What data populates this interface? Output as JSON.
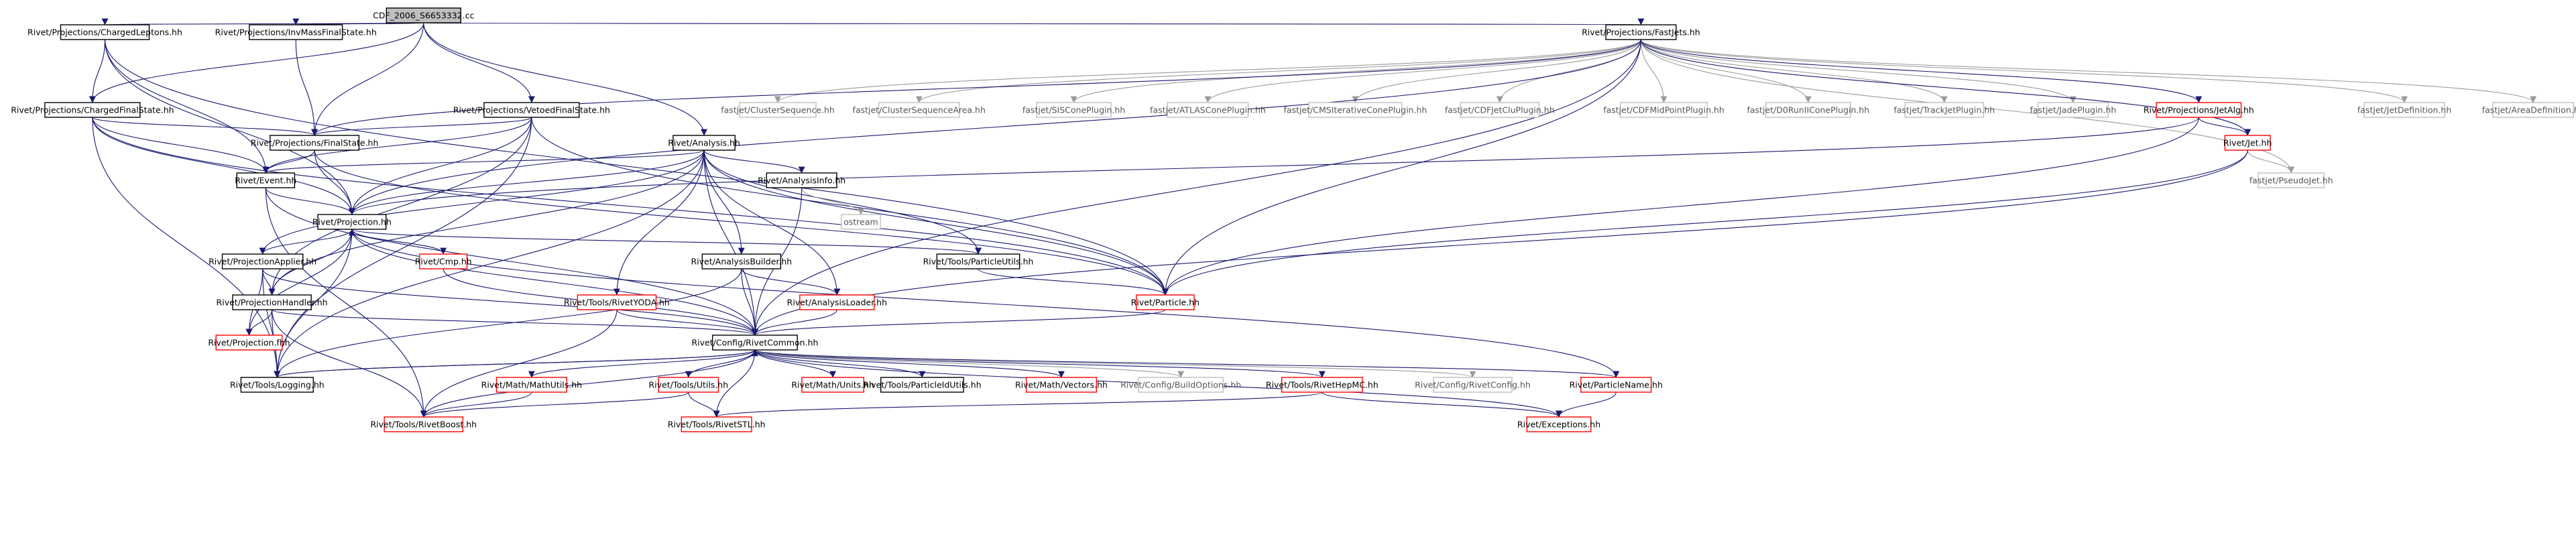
{
  "graph": {
    "nodes": [
      {
        "id": "root",
        "label": "CDF_2006_S6653332.cc",
        "style": "root"
      },
      {
        "id": "charged_leptons",
        "label": "Rivet/Projections/ChargedLeptons.hh",
        "style": "black"
      },
      {
        "id": "inv_mass",
        "label": "Rivet/Projections/InvMassFinalState.hh",
        "style": "black"
      },
      {
        "id": "fastjets",
        "label": "Rivet/Projections/FastJets.hh",
        "style": "black"
      },
      {
        "id": "charged_fs",
        "label": "Rivet/Projections/ChargedFinalState.hh",
        "style": "black"
      },
      {
        "id": "vetoed_fs",
        "label": "Rivet/Projections/VetoedFinalState.hh",
        "style": "black"
      },
      {
        "id": "cluster_seq",
        "label": "fastjet/ClusterSequence.hh",
        "style": "grey"
      },
      {
        "id": "cluster_seq_area",
        "label": "fastjet/ClusterSequenceArea.hh",
        "style": "grey"
      },
      {
        "id": "siscone",
        "label": "fastjet/SISConePlugin.hh",
        "style": "grey"
      },
      {
        "id": "atlascone",
        "label": "fastjet/ATLASConePlugin.hh",
        "style": "grey"
      },
      {
        "id": "cmsitcone",
        "label": "fastjet/CMSIterativeConePlugin.hh",
        "style": "grey"
      },
      {
        "id": "cdfjetclu",
        "label": "fastjet/CDFJetCluPlugin.hh",
        "style": "grey"
      },
      {
        "id": "cdfmidpoint",
        "label": "fastjet/CDFMidPointPlugin.hh",
        "style": "grey"
      },
      {
        "id": "d0runii",
        "label": "fastjet/D0RunIIConePlugin.hh",
        "style": "grey"
      },
      {
        "id": "trackjet",
        "label": "fastjet/TrackJetPlugin.hh",
        "style": "grey"
      },
      {
        "id": "jadeplugin",
        "label": "fastjet/JadePlugin.hh",
        "style": "grey"
      },
      {
        "id": "jetalg",
        "label": "Rivet/Projections/JetAlg.hh",
        "style": "red"
      },
      {
        "id": "jetdef",
        "label": "fastjet/JetDefinition.hh",
        "style": "grey"
      },
      {
        "id": "areadef",
        "label": "fastjet/AreaDefinition.hh",
        "style": "grey"
      },
      {
        "id": "finalstate",
        "label": "Rivet/Projections/FinalState.hh",
        "style": "black"
      },
      {
        "id": "analysis",
        "label": "Rivet/Analysis.hh",
        "style": "black"
      },
      {
        "id": "jet",
        "label": "Rivet/Jet.hh",
        "style": "red"
      },
      {
        "id": "event",
        "label": "Rivet/Event.hh",
        "style": "black"
      },
      {
        "id": "analysisinfo",
        "label": "Rivet/AnalysisInfo.hh",
        "style": "black"
      },
      {
        "id": "pseudojet",
        "label": "fastjet/PseudoJet.hh",
        "style": "grey"
      },
      {
        "id": "ostream",
        "label": "ostream",
        "style": "grey"
      },
      {
        "id": "projection",
        "label": "Rivet/Projection.hh",
        "style": "black"
      },
      {
        "id": "projapplier",
        "label": "Rivet/ProjectionApplier.hh",
        "style": "black"
      },
      {
        "id": "cmp",
        "label": "Rivet/Cmp.hh",
        "style": "red"
      },
      {
        "id": "particleutils",
        "label": "Rivet/Tools/ParticleUtils.hh",
        "style": "black"
      },
      {
        "id": "analysisbuilder",
        "label": "Rivet/AnalysisBuilder.hh",
        "style": "black"
      },
      {
        "id": "projhandler",
        "label": "Rivet/ProjectionHandler.hh",
        "style": "black"
      },
      {
        "id": "rivetyoda",
        "label": "Rivet/Tools/RivetYODA.hh",
        "style": "red"
      },
      {
        "id": "analysisloader",
        "label": "Rivet/AnalysisLoader.hh",
        "style": "red"
      },
      {
        "id": "particle",
        "label": "Rivet/Particle.hh",
        "style": "red"
      },
      {
        "id": "projectionfhh",
        "label": "Rivet/Projection.fhh",
        "style": "red"
      },
      {
        "id": "rivetcommon",
        "label": "Rivet/Config/RivetCommon.hh",
        "style": "black"
      },
      {
        "id": "logging",
        "label": "Rivet/Tools/Logging.hh",
        "style": "black"
      },
      {
        "id": "mathutils",
        "label": "Rivet/Math/MathUtils.hh",
        "style": "red"
      },
      {
        "id": "toolsutils",
        "label": "Rivet/Tools/Utils.hh",
        "style": "red"
      },
      {
        "id": "mathunits",
        "label": "Rivet/Math/Units.hh",
        "style": "red"
      },
      {
        "id": "particleidutils",
        "label": "Rivet/Tools/ParticleIdUtils.hh",
        "style": "black"
      },
      {
        "id": "mathvectors",
        "label": "Rivet/Math/Vectors.hh",
        "style": "red"
      },
      {
        "id": "buildoptions",
        "label": "Rivet/Config/BuildOptions.hh",
        "style": "grey"
      },
      {
        "id": "rivethepmc",
        "label": "Rivet/Tools/RivetHepMC.hh",
        "style": "red"
      },
      {
        "id": "rivetconfig",
        "label": "Rivet/Config/RivetConfig.hh",
        "style": "grey"
      },
      {
        "id": "particlename",
        "label": "Rivet/ParticleName.hh",
        "style": "red"
      },
      {
        "id": "rivetboost",
        "label": "Rivet/Tools/RivetBoost.hh",
        "style": "red"
      },
      {
        "id": "rivetstl",
        "label": "Rivet/Tools/RivetSTL.hh",
        "style": "red"
      },
      {
        "id": "exceptions",
        "label": "Rivet/Exceptions.hh",
        "style": "red"
      }
    ],
    "edges": [
      [
        "root",
        "charged_leptons"
      ],
      [
        "root",
        "inv_mass"
      ],
      [
        "root",
        "fastjets"
      ],
      [
        "root",
        "charged_fs"
      ],
      [
        "root",
        "vetoed_fs"
      ],
      [
        "root",
        "analysis"
      ],
      [
        "root",
        "finalstate"
      ],
      [
        "charged_leptons",
        "charged_fs"
      ],
      [
        "charged_leptons",
        "event"
      ],
      [
        "charged_leptons",
        "projection"
      ],
      [
        "charged_leptons",
        "particle"
      ],
      [
        "inv_mass",
        "finalstate"
      ],
      [
        "fastjets",
        "cluster_seq"
      ],
      [
        "fastjets",
        "cluster_seq_area"
      ],
      [
        "fastjets",
        "siscone"
      ],
      [
        "fastjets",
        "atlascone"
      ],
      [
        "fastjets",
        "cmsitcone"
      ],
      [
        "fastjets",
        "cdfjetclu"
      ],
      [
        "fastjets",
        "cdfmidpoint"
      ],
      [
        "fastjets",
        "d0runii"
      ],
      [
        "fastjets",
        "trackjet"
      ],
      [
        "fastjets",
        "jadeplugin"
      ],
      [
        "fastjets",
        "jetalg"
      ],
      [
        "fastjets",
        "jetdef"
      ],
      [
        "fastjets",
        "areadef"
      ],
      [
        "fastjets",
        "jet"
      ],
      [
        "fastjets",
        "pseudojet"
      ],
      [
        "fastjets",
        "particle"
      ],
      [
        "fastjets",
        "finalstate"
      ],
      [
        "fastjets",
        "projection"
      ],
      [
        "fastjets",
        "rivetcommon"
      ],
      [
        "charged_fs",
        "finalstate"
      ],
      [
        "charged_fs",
        "event"
      ],
      [
        "charged_fs",
        "projection"
      ],
      [
        "charged_fs",
        "particle"
      ],
      [
        "charged_fs",
        "logging"
      ],
      [
        "vetoed_fs",
        "finalstate"
      ],
      [
        "vetoed_fs",
        "event"
      ],
      [
        "vetoed_fs",
        "projection"
      ],
      [
        "vetoed_fs",
        "projhandler"
      ],
      [
        "vetoed_fs",
        "particle"
      ],
      [
        "vetoed_fs",
        "logging"
      ],
      [
        "jetalg",
        "jet"
      ],
      [
        "jetalg",
        "particle"
      ],
      [
        "jetalg",
        "projection"
      ],
      [
        "finalstate",
        "event"
      ],
      [
        "finalstate",
        "projection"
      ],
      [
        "finalstate",
        "particle"
      ],
      [
        "analysis",
        "event"
      ],
      [
        "analysis",
        "projection"
      ],
      [
        "analysis",
        "analysisinfo"
      ],
      [
        "analysis",
        "projapplier"
      ],
      [
        "analysis",
        "projhandler"
      ],
      [
        "analysis",
        "analysisbuilder"
      ],
      [
        "analysis",
        "rivetyoda"
      ],
      [
        "analysis",
        "analysisloader"
      ],
      [
        "analysis",
        "particle"
      ],
      [
        "analysis",
        "particleutils"
      ],
      [
        "analysis",
        "logging"
      ],
      [
        "analysis",
        "rivetcommon"
      ],
      [
        "jet",
        "pseudojet"
      ],
      [
        "jet",
        "particle"
      ],
      [
        "jet",
        "rivetcommon"
      ],
      [
        "event",
        "projection"
      ],
      [
        "event",
        "rivetboost"
      ],
      [
        "event",
        "rivetcommon"
      ],
      [
        "analysisinfo",
        "ostream"
      ],
      [
        "analysisinfo",
        "rivetcommon"
      ],
      [
        "projection",
        "projapplier"
      ],
      [
        "projection",
        "cmp"
      ],
      [
        "projection",
        "projhandler"
      ],
      [
        "projection",
        "particleutils"
      ],
      [
        "projection",
        "rivetcommon"
      ],
      [
        "projection",
        "logging"
      ],
      [
        "projection",
        "projectionfhh"
      ],
      [
        "projection",
        "particlename"
      ],
      [
        "projapplier",
        "projhandler"
      ],
      [
        "projapplier",
        "rivetcommon"
      ],
      [
        "projapplier",
        "logging"
      ],
      [
        "projapplier",
        "projectionfhh"
      ],
      [
        "cmp",
        "projection"
      ],
      [
        "cmp",
        "rivetcommon"
      ],
      [
        "particleutils",
        "particle"
      ],
      [
        "analysisbuilder",
        "analysisloader"
      ],
      [
        "analysisbuilder",
        "rivetcommon"
      ],
      [
        "analysisbuilder",
        "logging"
      ],
      [
        "projhandler",
        "projectionfhh"
      ],
      [
        "projhandler",
        "rivetcommon"
      ],
      [
        "projhandler",
        "logging"
      ],
      [
        "projhandler",
        "rivetboost"
      ],
      [
        "rivetyoda",
        "rivetcommon"
      ],
      [
        "rivetyoda",
        "rivetboost"
      ],
      [
        "analysisloader",
        "rivetcommon"
      ],
      [
        "particle",
        "rivetcommon"
      ],
      [
        "rivetcommon",
        "logging"
      ],
      [
        "rivetcommon",
        "mathutils"
      ],
      [
        "rivetcommon",
        "toolsutils"
      ],
      [
        "rivetcommon",
        "mathunits"
      ],
      [
        "rivetcommon",
        "particleidutils"
      ],
      [
        "rivetcommon",
        "mathvectors"
      ],
      [
        "rivetcommon",
        "buildoptions"
      ],
      [
        "rivetcommon",
        "rivethepmc"
      ],
      [
        "rivetcommon",
        "rivetconfig"
      ],
      [
        "rivetcommon",
        "particlename"
      ],
      [
        "rivetcommon",
        "exceptions"
      ],
      [
        "rivetcommon",
        "rivetboost"
      ],
      [
        "rivetcommon",
        "rivetstl"
      ],
      [
        "logging",
        "rivetcommon"
      ],
      [
        "mathutils",
        "rivetboost"
      ],
      [
        "toolsutils",
        "rivetboost"
      ],
      [
        "toolsutils",
        "rivetstl"
      ],
      [
        "rivethepmc",
        "rivetstl"
      ],
      [
        "rivethepmc",
        "exceptions"
      ],
      [
        "particlename",
        "exceptions"
      ]
    ]
  }
}
